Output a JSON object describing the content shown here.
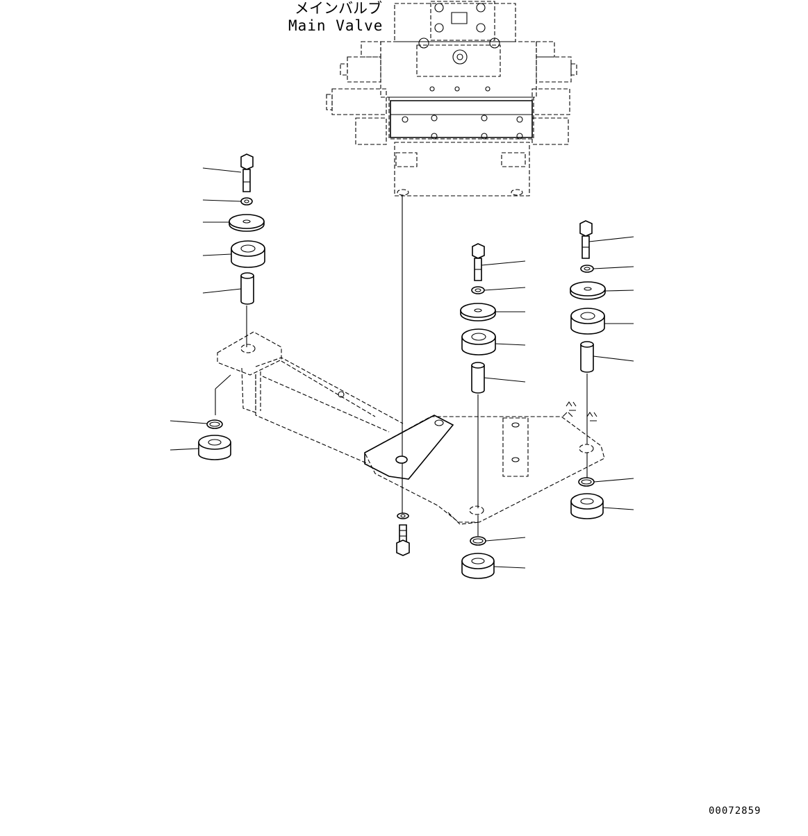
{
  "labels": {
    "main_valve_jp": "メインバルブ",
    "main_valve_en": "Main Valve",
    "drawing_number": "00072859"
  }
}
